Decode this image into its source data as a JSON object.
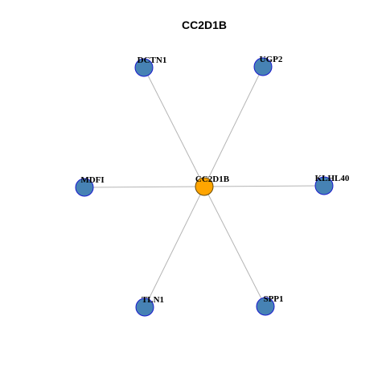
{
  "title": "CC2D1B",
  "colors": {
    "center_fill": "#FFA500",
    "center_stroke": "#6b4a00",
    "leaf_fill": "#4682B4",
    "leaf_stroke": "#1a1acd",
    "edge": "#b5b5b5"
  },
  "graph": {
    "center": {
      "id": "CC2D1B",
      "label": "CC2D1B"
    },
    "neighbors": [
      {
        "id": "DCTN1",
        "label": "DCTN1"
      },
      {
        "id": "UGP2",
        "label": "UGP2"
      },
      {
        "id": "KLHL40",
        "label": "KLHL40"
      },
      {
        "id": "SPP1",
        "label": "SPP1"
      },
      {
        "id": "TLN1",
        "label": "TLN1"
      },
      {
        "id": "MDFI",
        "label": "MDFI"
      }
    ]
  }
}
